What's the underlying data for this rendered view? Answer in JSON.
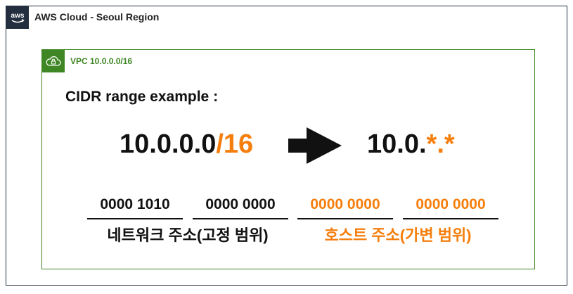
{
  "colors": {
    "accent_orange": "#f57e0c",
    "vpc_green": "#3f8624",
    "cloud_dark": "#232f3e",
    "text": "#111111"
  },
  "cloud": {
    "icon": "aws-logo-icon",
    "logo_text": "aws",
    "title": "AWS Cloud - Seoul Region"
  },
  "vpc": {
    "icon": "vpc-cloud-lock-icon",
    "title": "VPC 10.0.0.0/16"
  },
  "example": {
    "heading": "CIDR range example :",
    "left_base": "10.0.0.0",
    "left_suffix": "/16",
    "arrow_icon": "right-arrow-icon",
    "right_base": "10.0.",
    "right_star1": "*",
    "right_dot": ".",
    "right_star2": "*"
  },
  "octets": [
    {
      "bits": "0000 1010",
      "role": "network"
    },
    {
      "bits": "0000 0000",
      "role": "network"
    },
    {
      "bits": "0000 0000",
      "role": "host"
    },
    {
      "bits": "0000 0000",
      "role": "host"
    }
  ],
  "labels": {
    "network": "네트워크 주소(고정 범위)",
    "host": "호스트 주소(가변 범위)"
  }
}
